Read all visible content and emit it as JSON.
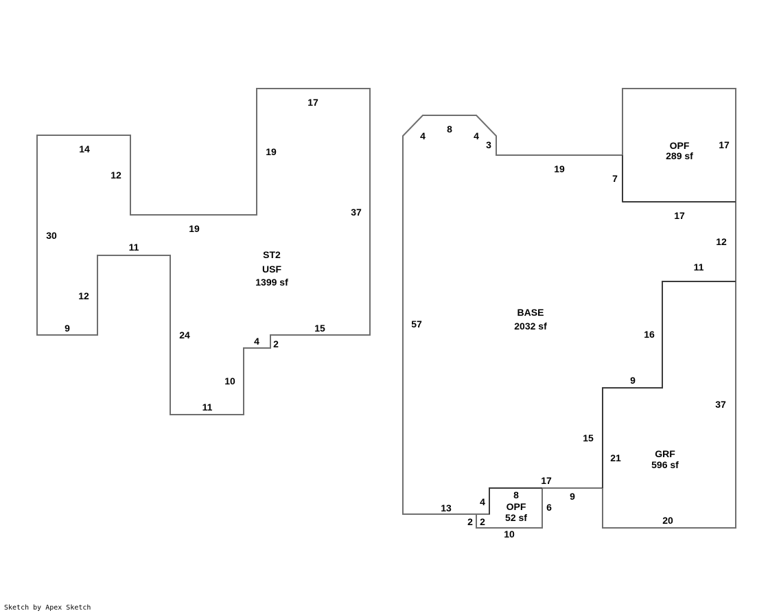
{
  "footer": "Sketch by Apex Sketch",
  "areas": {
    "st2": {
      "lines": [
        "ST2",
        "USF",
        "1399 sf"
      ]
    },
    "base": {
      "lines": [
        "BASE",
        "2032 sf"
      ]
    },
    "opf_top": {
      "lines": [
        "OPF",
        "289 sf"
      ]
    },
    "grf": {
      "lines": [
        "GRF",
        "596 sf"
      ]
    },
    "opf_small": {
      "lines": [
        "OPF",
        "52 sf"
      ]
    }
  },
  "dims": {
    "st2": [
      "17",
      "14",
      "12",
      "19",
      "37",
      "19",
      "30",
      "11",
      "12",
      "9",
      "24",
      "4",
      "2",
      "15",
      "10",
      "11"
    ],
    "base": [
      "4",
      "8",
      "4",
      "3",
      "19",
      "7",
      "57",
      "13",
      "4",
      "2",
      "17",
      "9",
      "15",
      "16",
      "9",
      "11",
      "12",
      "17"
    ],
    "opf_top": [
      "17"
    ],
    "grf": [
      "21",
      "37",
      "20"
    ],
    "opf_small": [
      "8",
      "6",
      "10",
      "2"
    ]
  }
}
